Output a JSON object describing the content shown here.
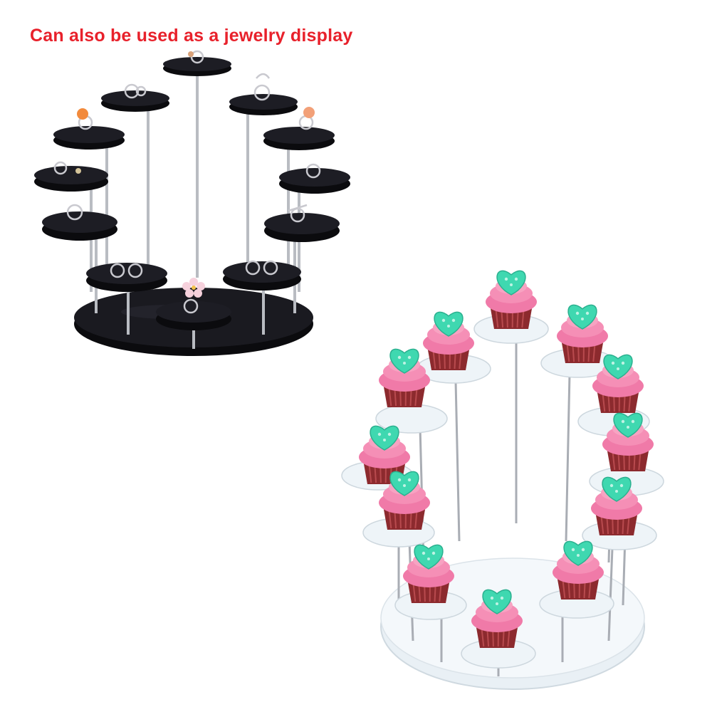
{
  "caption": {
    "text": "Can also be used as a jewelry display",
    "color": "#e8212b"
  },
  "colors": {
    "black_acrylic": "#0b0b0e",
    "clear_acrylic": "#eef4f8",
    "rod": "#b9bcc2",
    "frosting": "#f07aa8",
    "liner": "#8c2a2e",
    "heart": "#3fd8b0"
  },
  "scenes": {
    "jewelry": {
      "label": "black acrylic tiered stand with rings"
    },
    "cupcakes": {
      "label": "clear acrylic tiered stand with cupcakes"
    }
  }
}
